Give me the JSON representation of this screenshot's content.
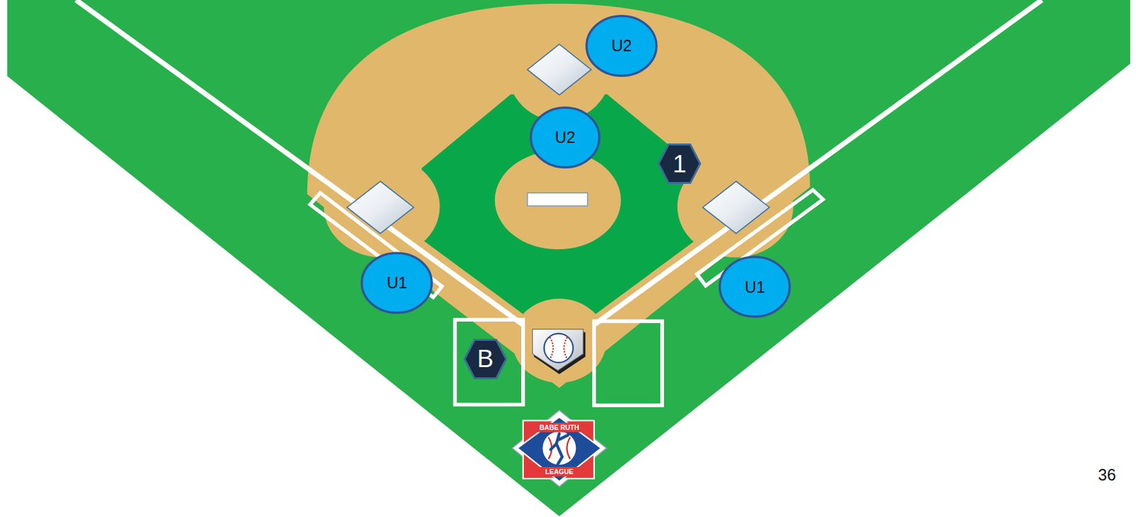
{
  "diagram": {
    "nodes": [
      {
        "text": [
          "U2"
        ]
      },
      {
        "text": [
          "U2"
        ]
      },
      {
        "text": [
          "1"
        ]
      },
      {
        "text": [
          "U1"
        ]
      },
      {
        "text": [
          "U1"
        ]
      },
      {
        "text": [
          "B"
        ]
      }
    ],
    "labels": [
      "BABE RUTH",
      "LEAGUE",
      "36"
    ]
  }
}
